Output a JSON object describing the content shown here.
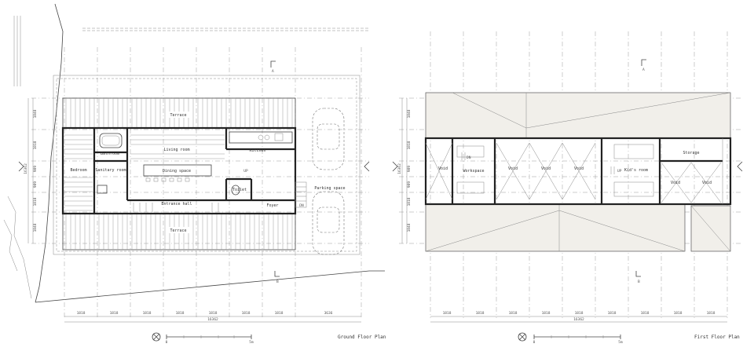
{
  "ground_floor": {
    "title": "Ground Floor Plan",
    "rooms": {
      "terrace_top": "Terrace",
      "terrace_bottom": "Terrace",
      "bathroom": "Bathroom",
      "living_room": "Living room",
      "kitchen": "Kitchen",
      "bedroom": "Bedroom",
      "sanitary_room": "Sanitary room",
      "dining_space": "Dining space",
      "toilet": "Toilet",
      "entrance_hall": "Entrance hall",
      "foyer": "Foyer",
      "parking_space": "Parking space"
    },
    "labels": {
      "up": "UP",
      "dn": "DN"
    },
    "dims_bottom": [
      "1818",
      "1818",
      "1818",
      "1818",
      "1818",
      "1818",
      "1818",
      "3636"
    ],
    "dim_total": "16362",
    "dims_left": [
      "1848",
      "1818",
      "909",
      "909",
      "1818",
      "1848"
    ],
    "dim_left_total": "16362",
    "scale_start": "0",
    "scale_end": "5m"
  },
  "first_floor": {
    "title": "First Floor Plan",
    "rooms": {
      "void_1": "Void",
      "workspace": "Workspace",
      "void_2": "Void",
      "void_3": "Void",
      "void_4": "Void",
      "kids_room": "Kid's room",
      "storage": "Storage",
      "void_5": "Void",
      "void_6": "Void"
    },
    "labels": {
      "dn": "DN",
      "up": "UP"
    },
    "dims_bottom": [
      "1818",
      "1818",
      "1818",
      "1818",
      "1818",
      "1818",
      "1818",
      "1818",
      "1818"
    ],
    "dim_total": "16362",
    "dims_left": [
      "1848",
      "1818",
      "909",
      "909",
      "1818",
      "1848"
    ],
    "dim_left_total": "16362",
    "scale_start": "0",
    "scale_end": "5m"
  },
  "markers": {
    "section_a": "A",
    "section_b": "B"
  }
}
